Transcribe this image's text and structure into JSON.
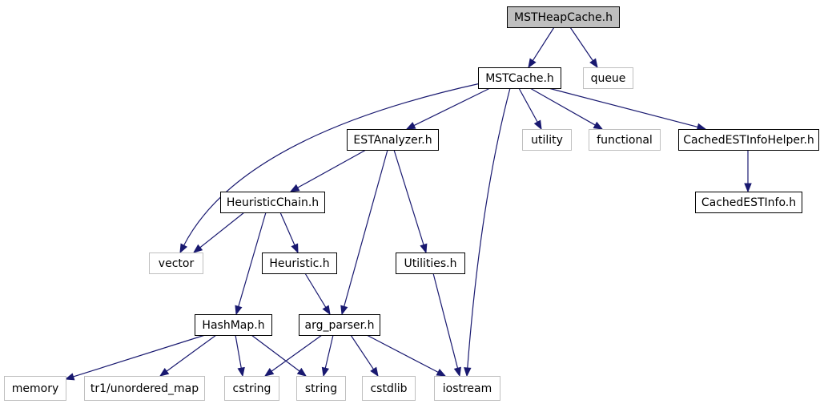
{
  "colors": {
    "edge": "#191970",
    "root_fill": "#bfbfbf",
    "local_border": "#000000",
    "system_border": "#bfbfbf",
    "system_text": "#000000"
  },
  "nodes": [
    {
      "id": "mstheapcache",
      "label": "MSTHeapCache.h",
      "kind": "root"
    },
    {
      "id": "mstcache",
      "label": "MSTCache.h",
      "kind": "local"
    },
    {
      "id": "queue",
      "label": "queue",
      "kind": "system"
    },
    {
      "id": "estanalyzer",
      "label": "ESTAnalyzer.h",
      "kind": "local"
    },
    {
      "id": "utility",
      "label": "utility",
      "kind": "system"
    },
    {
      "id": "functional",
      "label": "functional",
      "kind": "system"
    },
    {
      "id": "cachedestinfohelper",
      "label": "CachedESTInfoHelper.h",
      "kind": "local"
    },
    {
      "id": "cachedestinfo",
      "label": "CachedESTInfo.h",
      "kind": "local"
    },
    {
      "id": "heuristicchain",
      "label": "HeuristicChain.h",
      "kind": "local"
    },
    {
      "id": "vector",
      "label": "vector",
      "kind": "system"
    },
    {
      "id": "heuristic",
      "label": "Heuristic.h",
      "kind": "local"
    },
    {
      "id": "utilities",
      "label": "Utilities.h",
      "kind": "local"
    },
    {
      "id": "hashmap",
      "label": "HashMap.h",
      "kind": "local"
    },
    {
      "id": "argparser",
      "label": "arg_parser.h",
      "kind": "local"
    },
    {
      "id": "memory",
      "label": "memory",
      "kind": "system"
    },
    {
      "id": "unorderedmap",
      "label": "tr1/unordered_map",
      "kind": "system"
    },
    {
      "id": "cstring",
      "label": "cstring",
      "kind": "system"
    },
    {
      "id": "string",
      "label": "string",
      "kind": "system"
    },
    {
      "id": "cstdlib",
      "label": "cstdlib",
      "kind": "system"
    },
    {
      "id": "iostream",
      "label": "iostream",
      "kind": "system"
    }
  ],
  "edges": [
    {
      "from": "mstheapcache",
      "to": "mstcache"
    },
    {
      "from": "mstheapcache",
      "to": "queue"
    },
    {
      "from": "mstcache",
      "to": "estanalyzer"
    },
    {
      "from": "mstcache",
      "to": "vector"
    },
    {
      "from": "mstcache",
      "to": "iostream"
    },
    {
      "from": "mstcache",
      "to": "utility"
    },
    {
      "from": "mstcache",
      "to": "functional"
    },
    {
      "from": "mstcache",
      "to": "cachedestinfohelper"
    },
    {
      "from": "estanalyzer",
      "to": "heuristicchain"
    },
    {
      "from": "estanalyzer",
      "to": "argparser"
    },
    {
      "from": "estanalyzer",
      "to": "utilities"
    },
    {
      "from": "cachedestinfohelper",
      "to": "cachedestinfo"
    },
    {
      "from": "heuristicchain",
      "to": "vector"
    },
    {
      "from": "heuristicchain",
      "to": "heuristic"
    },
    {
      "from": "heuristicchain",
      "to": "hashmap"
    },
    {
      "from": "heuristic",
      "to": "argparser"
    },
    {
      "from": "utilities",
      "to": "iostream"
    },
    {
      "from": "hashmap",
      "to": "memory"
    },
    {
      "from": "hashmap",
      "to": "unorderedmap"
    },
    {
      "from": "hashmap",
      "to": "cstring"
    },
    {
      "from": "hashmap",
      "to": "string"
    },
    {
      "from": "argparser",
      "to": "cstring"
    },
    {
      "from": "argparser",
      "to": "string"
    },
    {
      "from": "argparser",
      "to": "cstdlib"
    },
    {
      "from": "argparser",
      "to": "iostream"
    }
  ]
}
